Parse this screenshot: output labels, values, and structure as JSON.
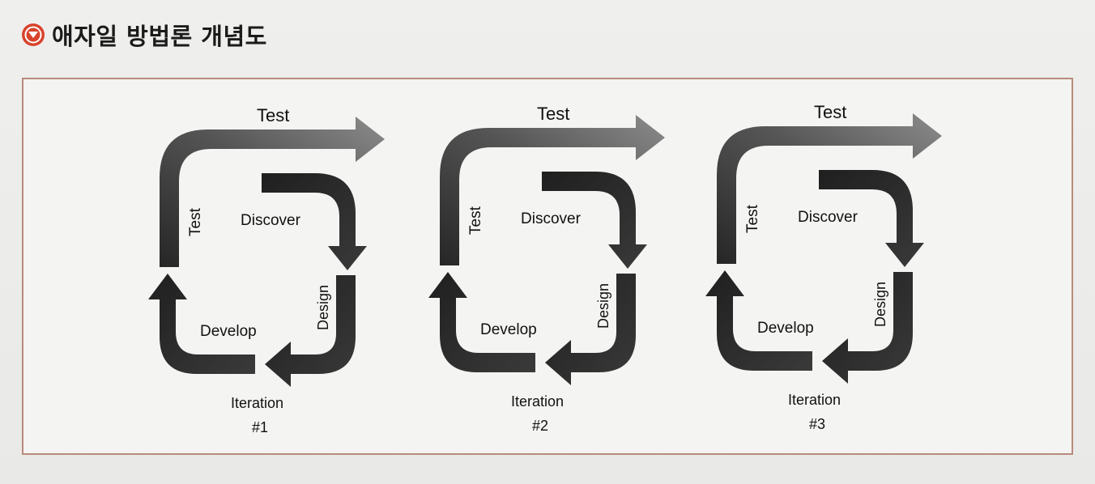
{
  "heading": {
    "title": "애자일 방법론 개념도",
    "icon": "down-arrow-circle-icon",
    "icon_color": "#d9422b"
  },
  "colors": {
    "frame_border": "#b98a7c",
    "arrow_dark": "#2a2a2a",
    "arrow_light": "#8a8a8a"
  },
  "iterations": [
    {
      "test_top": "Test",
      "test_side": "Test",
      "discover": "Discover",
      "design": "Design",
      "develop": "Develop",
      "iteration_label": "Iteration",
      "iteration_number": "#1"
    },
    {
      "test_top": "Test",
      "test_side": "Test",
      "discover": "Discover",
      "design": "Design",
      "develop": "Develop",
      "iteration_label": "Iteration",
      "iteration_number": "#2"
    },
    {
      "test_top": "Test",
      "test_side": "Test",
      "discover": "Discover",
      "design": "Design",
      "develop": "Develop",
      "iteration_label": "Iteration",
      "iteration_number": "#3"
    }
  ]
}
